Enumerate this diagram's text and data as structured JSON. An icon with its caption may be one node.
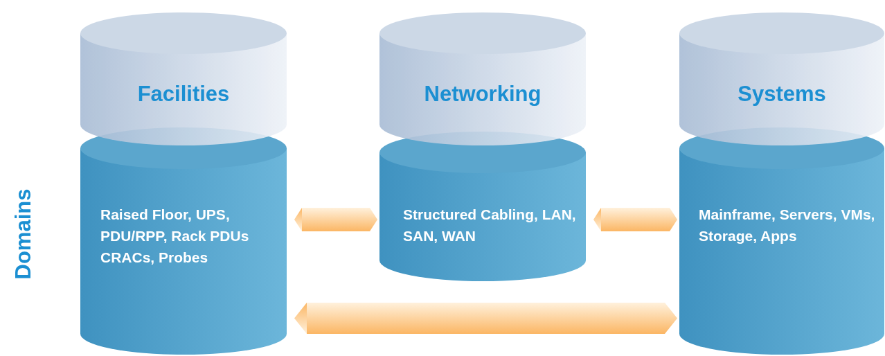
{
  "diagram": {
    "nodes": [
      {
        "text": [
          "Facilities"
        ]
      },
      {
        "text": [
          "Networking"
        ]
      },
      {
        "text": [
          "Systems"
        ]
      },
      {
        "text": [
          "Raised Floor, UPS, PDU/RPP, Rack PDUs CRACs, Probes"
        ]
      },
      {
        "text": [
          "Structured Cabling, LAN, SAN, WAN"
        ]
      },
      {
        "text": [
          "Mainframe, Servers, VMs, Storage, Apps"
        ]
      }
    ],
    "edges": [
      {
        "from": 3,
        "to": 4,
        "arrow": "both"
      },
      {
        "from": 4,
        "to": 5,
        "arrow": "both"
      },
      {
        "from": 3,
        "to": 5,
        "arrow": "both"
      }
    ],
    "labels": [
      "Domains"
    ]
  }
}
